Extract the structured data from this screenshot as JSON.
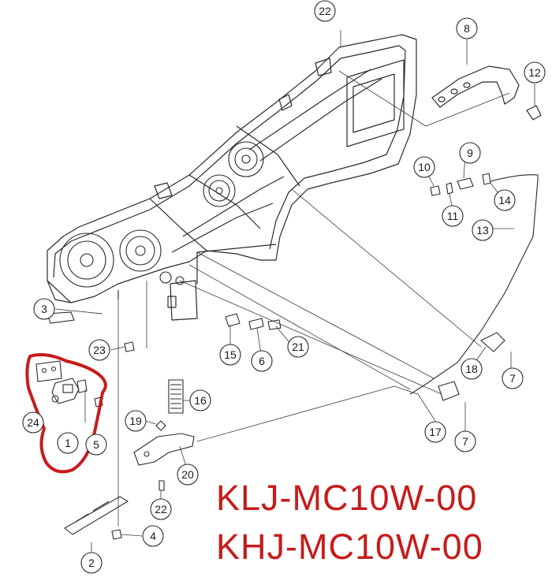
{
  "diagram": {
    "callouts": [
      "22",
      "8",
      "12",
      "9",
      "10",
      "14",
      "11",
      "13",
      "3",
      "23",
      "15",
      "6",
      "21",
      "16",
      "18",
      "7",
      "24",
      "1",
      "5",
      "19",
      "17",
      "20",
      "22",
      "4",
      "2"
    ],
    "highlight_color": "#c71b1b",
    "line_color": "#2b2b2b"
  },
  "models": {
    "line1": "KLJ-MC10W-00",
    "line2": "KHJ-MC10W-00"
  }
}
